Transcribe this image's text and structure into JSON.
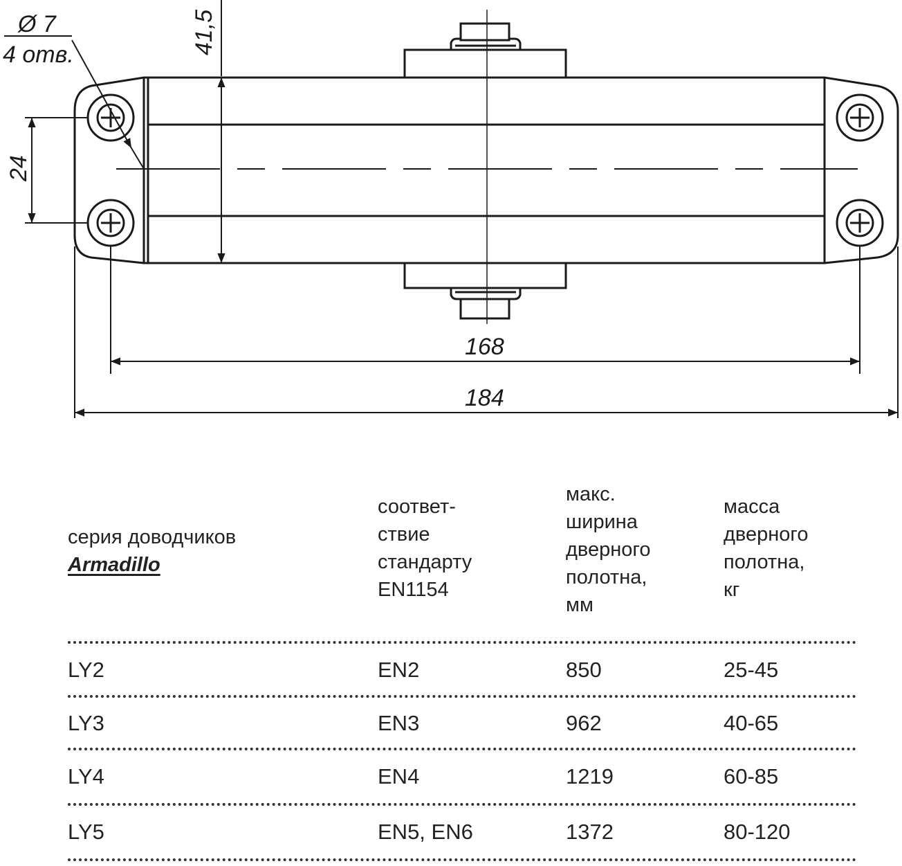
{
  "drawing": {
    "hole_diameter": "Ø 7",
    "hole_count": "4 отв.",
    "height_dim": "41,5",
    "hole_spacing_v": "24",
    "hole_spacing_h": "168",
    "overall_length": "184"
  },
  "table": {
    "headers": {
      "series": "серия доводчиков",
      "brand": "Armadillo",
      "standard": "соответ-\nствие\nстандарту\nEN1154",
      "width": "макс.\nширина\nдверного\nполотна,\nмм",
      "mass": "масса\nдверного\nполотна,\nкг"
    },
    "rows": [
      {
        "series": "LY2",
        "standard": "EN2",
        "width": "850",
        "mass": "25-45"
      },
      {
        "series": "LY3",
        "standard": "EN3",
        "width": "962",
        "mass": "40-65"
      },
      {
        "series": "LY4",
        "standard": "EN4",
        "width": "1219",
        "mass": "60-85"
      },
      {
        "series": "LY5",
        "standard": "EN5, EN6",
        "width": "1372",
        "mass": "80-120"
      }
    ]
  }
}
